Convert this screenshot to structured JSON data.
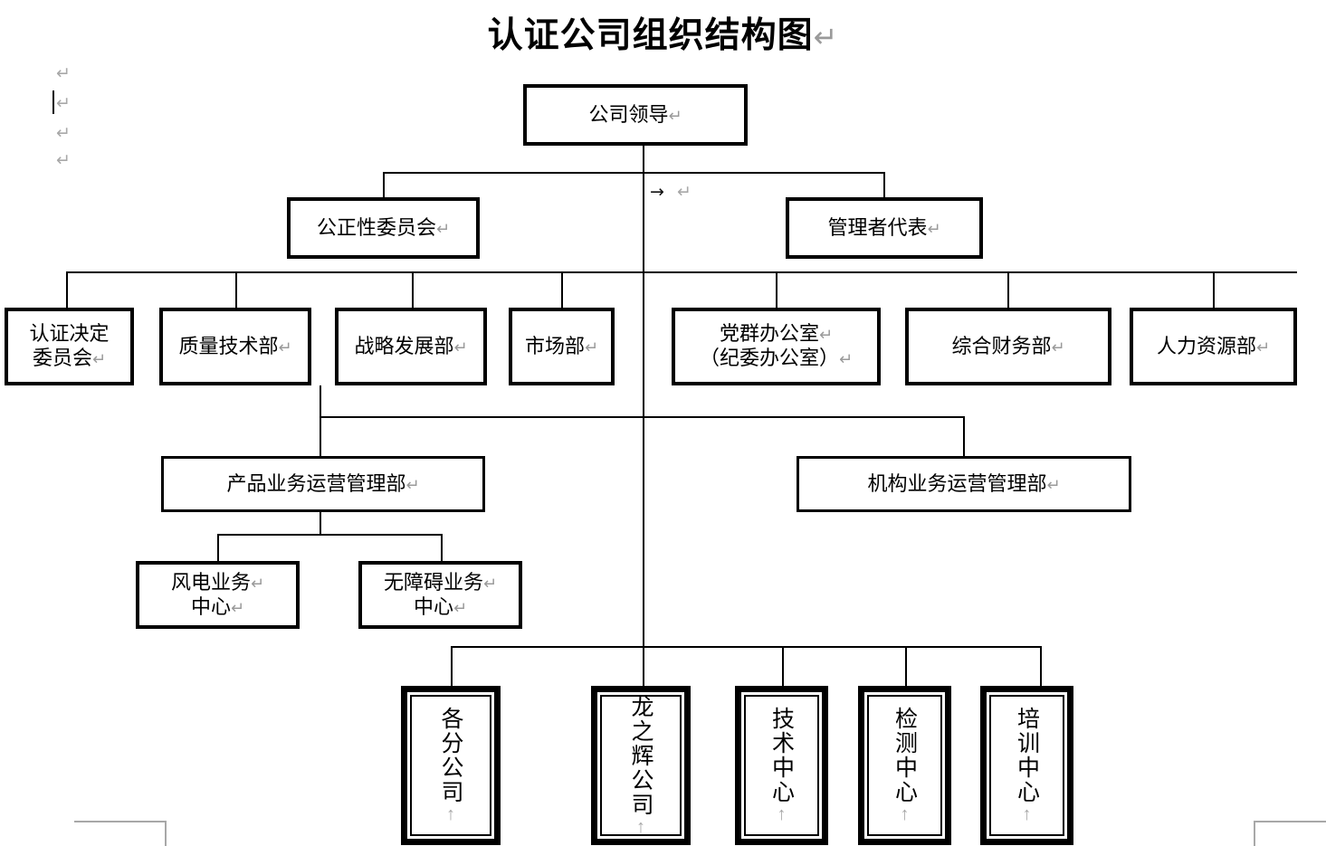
{
  "document": {
    "title": "认证公司组织结构图",
    "paragraph_mark": "↵",
    "tab_mark": "→",
    "up_mark": "↑"
  },
  "editor_marks": {
    "top_left_pilcrows": [
      "↵",
      "↵",
      "↵",
      "↵"
    ],
    "center_annotation": {
      "tab": "→",
      "pilcrow": "↵"
    }
  },
  "chart_data": {
    "type": "diagram",
    "title": "认证公司组织结构图",
    "nodes": [
      {
        "id": "leader",
        "label": "公司领导",
        "level": 1
      },
      {
        "id": "impart",
        "label": "公正性委员会",
        "level": 2
      },
      {
        "id": "mgmt_rep",
        "label": "管理者代表",
        "level": 2
      },
      {
        "id": "cert_dec",
        "label": "认证决定委员会",
        "level": 3
      },
      {
        "id": "quality",
        "label": "质量技术部",
        "level": 3
      },
      {
        "id": "strategy",
        "label": "战略发展部",
        "level": 3
      },
      {
        "id": "market",
        "label": "市场部",
        "level": 3
      },
      {
        "id": "party",
        "label": "党群办公室（纪委办公室）",
        "level": 3
      },
      {
        "id": "finance",
        "label": "综合财务部",
        "level": 3
      },
      {
        "id": "hr",
        "label": "人力资源部",
        "level": 3
      },
      {
        "id": "prod_ops",
        "label": "产品业务运营管理部",
        "level": 4
      },
      {
        "id": "inst_ops",
        "label": "机构业务运营管理部",
        "level": 4
      },
      {
        "id": "wind",
        "label": "风电业务中心",
        "level": 5
      },
      {
        "id": "access",
        "label": "无障碍业务中心",
        "level": 5
      },
      {
        "id": "branches",
        "label": "各分公司",
        "level": 6
      },
      {
        "id": "longzhihui",
        "label": "龙之辉公司",
        "level": 6
      },
      {
        "id": "tech_ctr",
        "label": "技术中心",
        "level": 6
      },
      {
        "id": "test_ctr",
        "label": "检测中心",
        "level": 6
      },
      {
        "id": "train_ctr",
        "label": "培训中心",
        "level": 6
      }
    ],
    "edges": [
      [
        "leader",
        "impart"
      ],
      [
        "leader",
        "mgmt_rep"
      ],
      [
        "impart",
        "cert_dec"
      ],
      [
        "impart",
        "quality"
      ],
      [
        "impart",
        "strategy"
      ],
      [
        "impart",
        "market"
      ],
      [
        "mgmt_rep",
        "party"
      ],
      [
        "mgmt_rep",
        "finance"
      ],
      [
        "mgmt_rep",
        "hr"
      ],
      [
        "quality",
        "prod_ops"
      ],
      [
        "quality",
        "inst_ops"
      ],
      [
        "prod_ops",
        "wind"
      ],
      [
        "prod_ops",
        "access"
      ],
      [
        "leader",
        "branches"
      ],
      [
        "leader",
        "longzhihui"
      ],
      [
        "leader",
        "tech_ctr"
      ],
      [
        "leader",
        "test_ctr"
      ],
      [
        "leader",
        "train_ctr"
      ]
    ]
  },
  "boxes": {
    "leader": {
      "line1": "公司领导",
      "mark": "↵"
    },
    "impartiality_committee": {
      "line1": "公正性委员会",
      "mark": "↵"
    },
    "management_representative": {
      "line1": "管理者代表",
      "mark": "↵"
    },
    "certification_decision_committee": {
      "line1": "认证决定",
      "line2": "委员会",
      "mark": "↵"
    },
    "quality_technology_dept": {
      "line1": "质量技术部",
      "mark": "↵"
    },
    "strategy_development_dept": {
      "line1": "战略发展部",
      "mark": "↵"
    },
    "marketing_dept": {
      "line1": "市场部",
      "mark": "↵"
    },
    "party_office": {
      "line1": "党群办公室",
      "line2": "（纪委办公室）",
      "mark": "↵"
    },
    "finance_dept": {
      "line1": "综合财务部",
      "mark": "↵"
    },
    "hr_dept": {
      "line1": "人力资源部",
      "mark": "↵"
    },
    "product_operations_dept": {
      "line1": "产品业务运营管理部",
      "mark": "↵"
    },
    "institution_operations_dept": {
      "line1": "机构业务运营管理部",
      "mark": "↵"
    },
    "wind_power_center": {
      "line1": "风电业务",
      "line2": "中心",
      "mark": "↵"
    },
    "accessibility_center": {
      "line1": "无障碍业务",
      "line2": "中心",
      "mark": "↵"
    },
    "branch_companies": {
      "line1": "各分公司",
      "mark": "↑"
    },
    "longzhihui_company": {
      "line1": "龙之辉公司",
      "mark": "↑"
    },
    "technology_center": {
      "line1": "技术中心",
      "mark": "↑"
    },
    "testing_center": {
      "line1": "检测中心",
      "mark": "↑"
    },
    "training_center": {
      "line1": "培训中心",
      "mark": "↑"
    }
  },
  "colors": {
    "box_border": "#000000",
    "text": "#000000",
    "mark_gray": "#a8a8a8",
    "background": "#ffffff"
  }
}
